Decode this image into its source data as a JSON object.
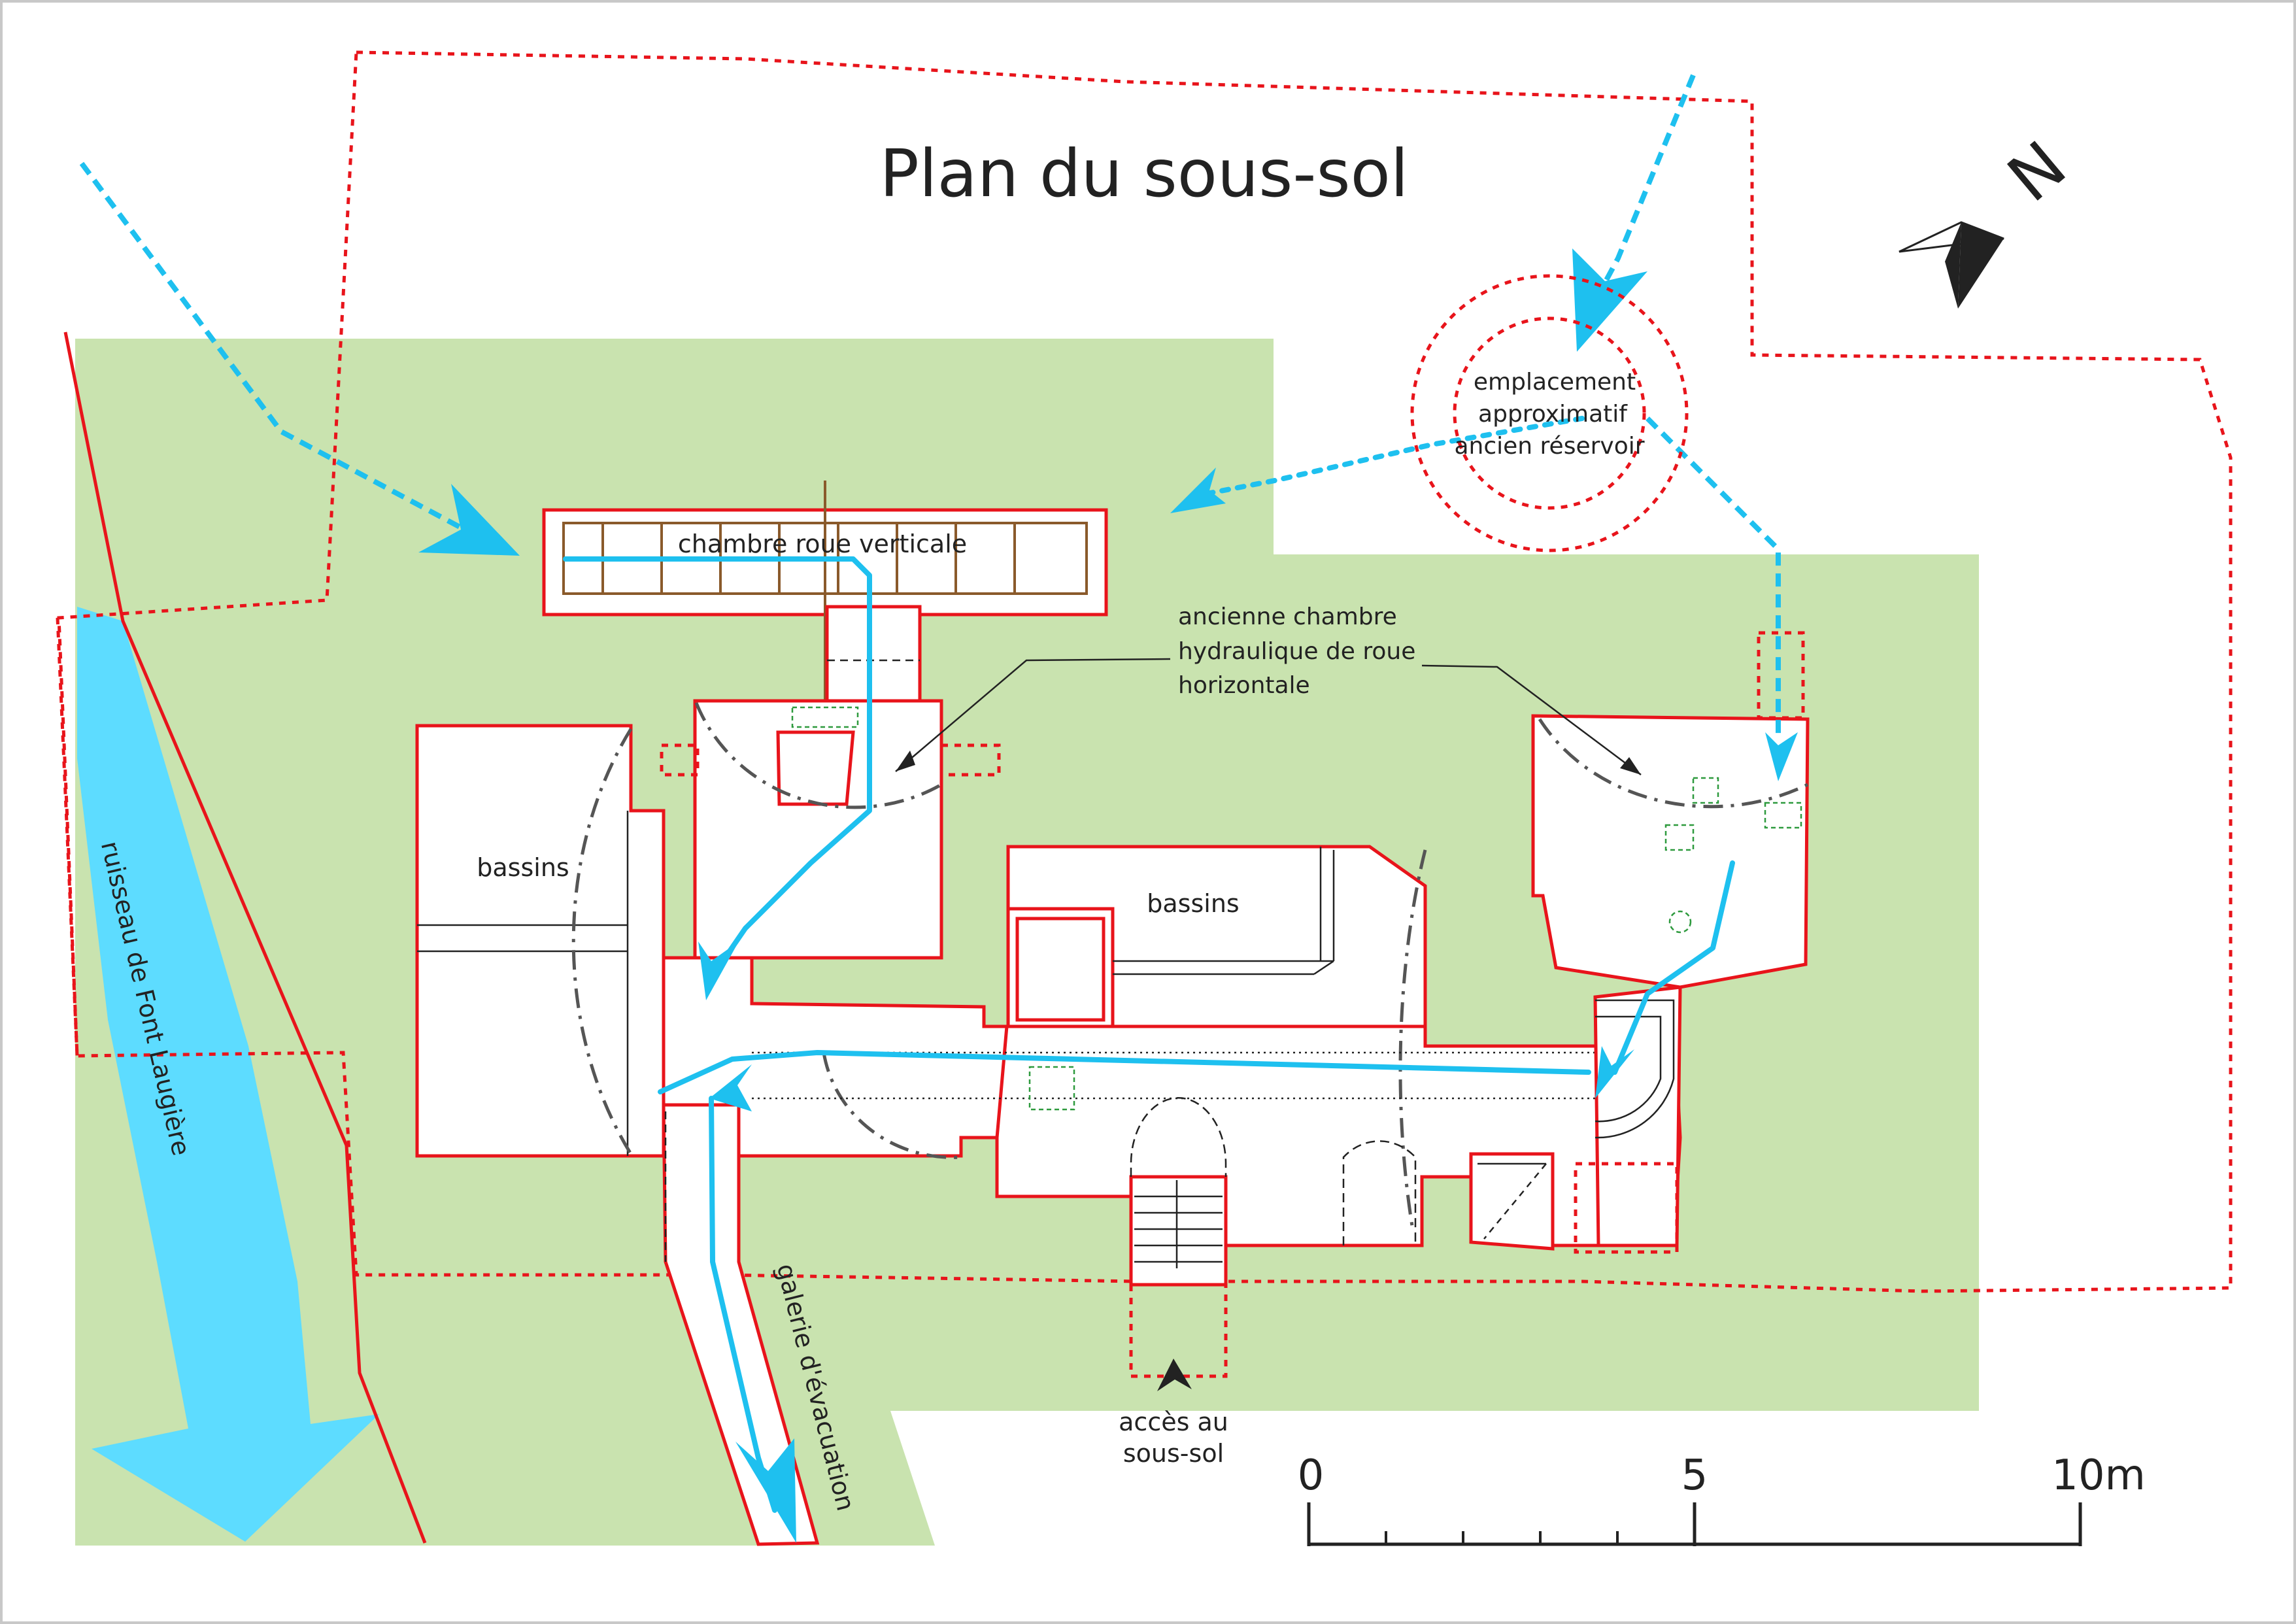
{
  "title": "Plan du sous-sol",
  "labels": {
    "chambre_roue_verticale": "chambre roue verticale",
    "bassins_left": "bassins",
    "bassins_center": "bassins",
    "ancienne_chambre_line1": "ancienne chambre",
    "ancienne_chambre_line2": "hydraulique de roue",
    "ancienne_chambre_line3": "horizontale",
    "reservoir_line1": "emplacement",
    "reservoir_line2": "approximatif",
    "reservoir_line3": "ancien réservoir",
    "ruisseau": "ruisseau de Font Laugière",
    "galerie": "galerie d'évacuation",
    "acces_line1": "accès au",
    "acces_line2": "sous-sol",
    "north": "N"
  },
  "scale_bar": {
    "ticks": [
      "0",
      "5",
      "10m"
    ]
  },
  "colors": {
    "ground": "#c9e3af",
    "wall": "#e8141b",
    "water": "#1ec0ef",
    "stream": "#5ddcff",
    "green_marks": "#2e9a3e",
    "brown_structure": "#8a5a2b"
  }
}
